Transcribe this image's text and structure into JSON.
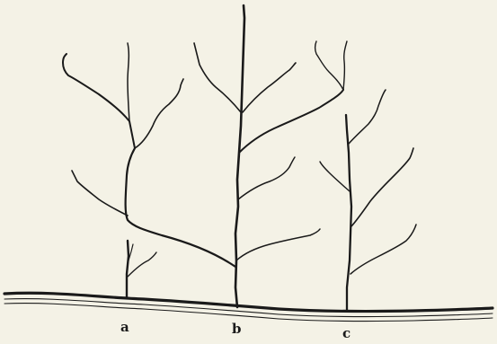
{
  "labels": {
    "a": "a",
    "b": "b",
    "c": "c"
  },
  "colors": {
    "background": "#f4f2e6",
    "ink": "#1a1a1a"
  }
}
